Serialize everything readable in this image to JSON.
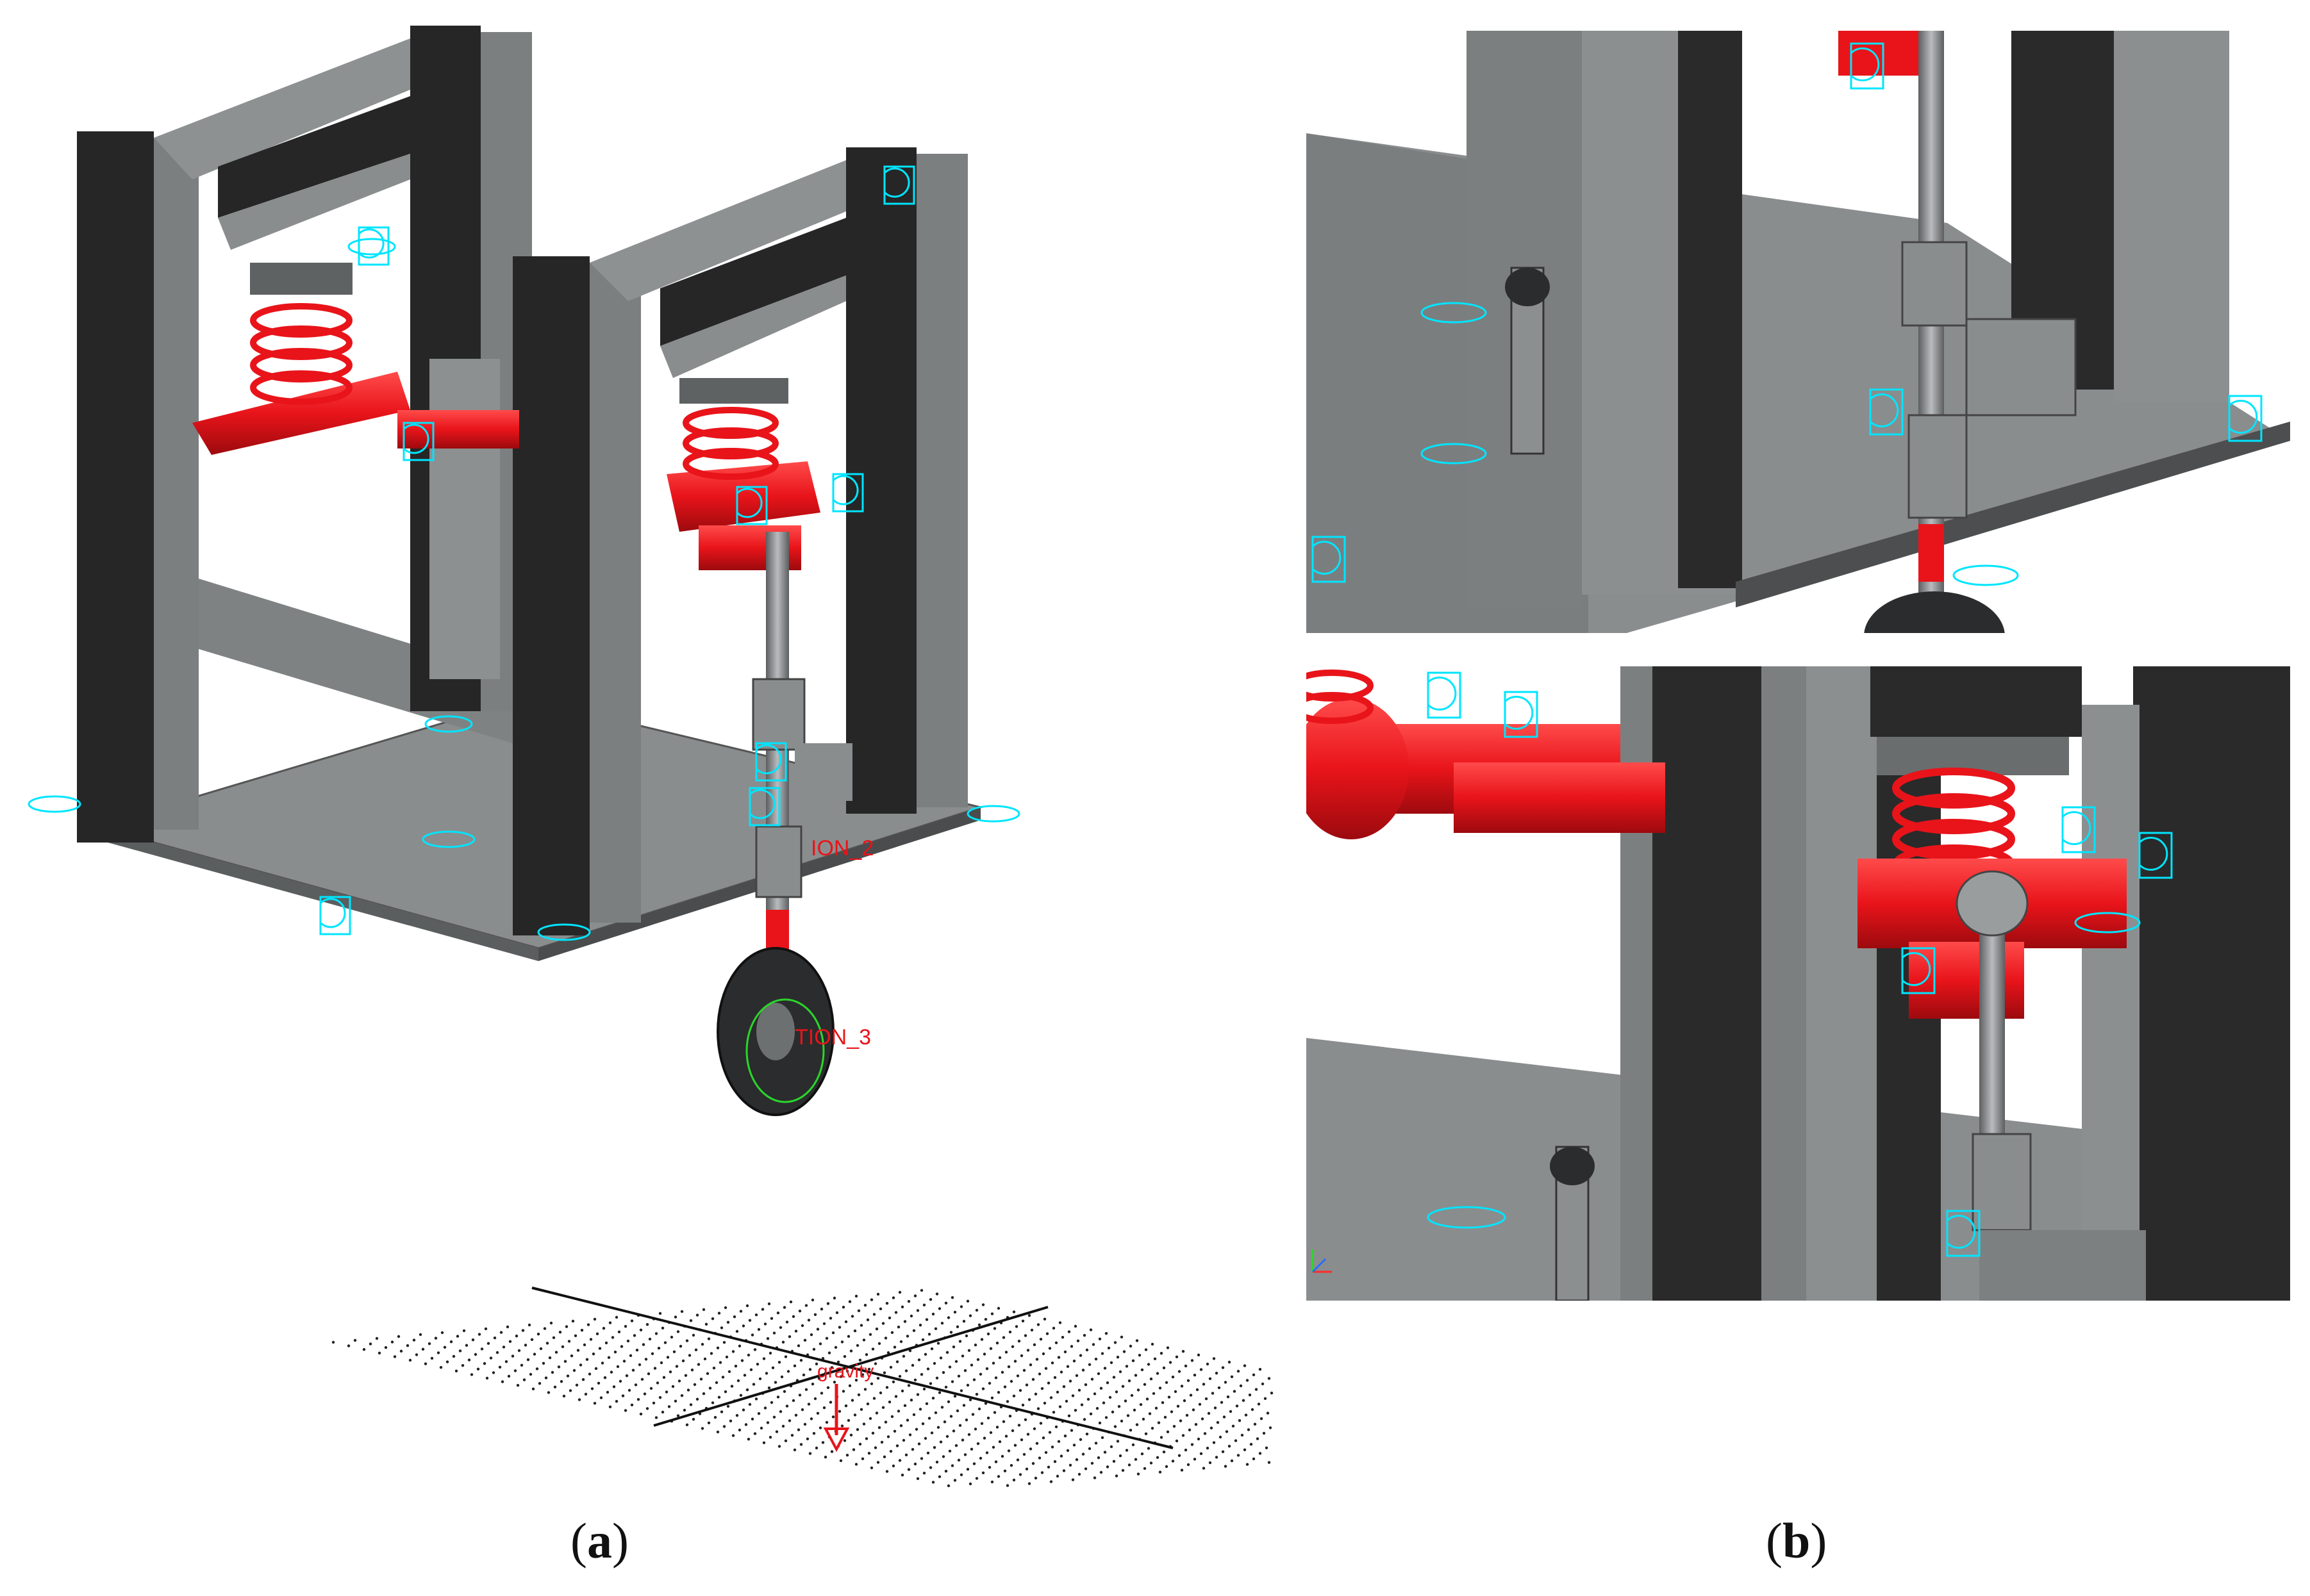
{
  "colors": {
    "frame_dark": "#262626",
    "frame_mid": "#7c7f80",
    "frame_light": "#9a9d9e",
    "suspension_red": "#e8141a",
    "marker_cyan": "#00e5ff",
    "grid_dot": "#222222"
  },
  "panel_a": {
    "labels": {
      "motion_2": "ION_2",
      "motion_3": "TION_3",
      "gravity": "gravity"
    },
    "marker_icon": "joint-marker-icon",
    "caption_letter": "a"
  },
  "panel_b": {
    "caption_letter": "b"
  }
}
